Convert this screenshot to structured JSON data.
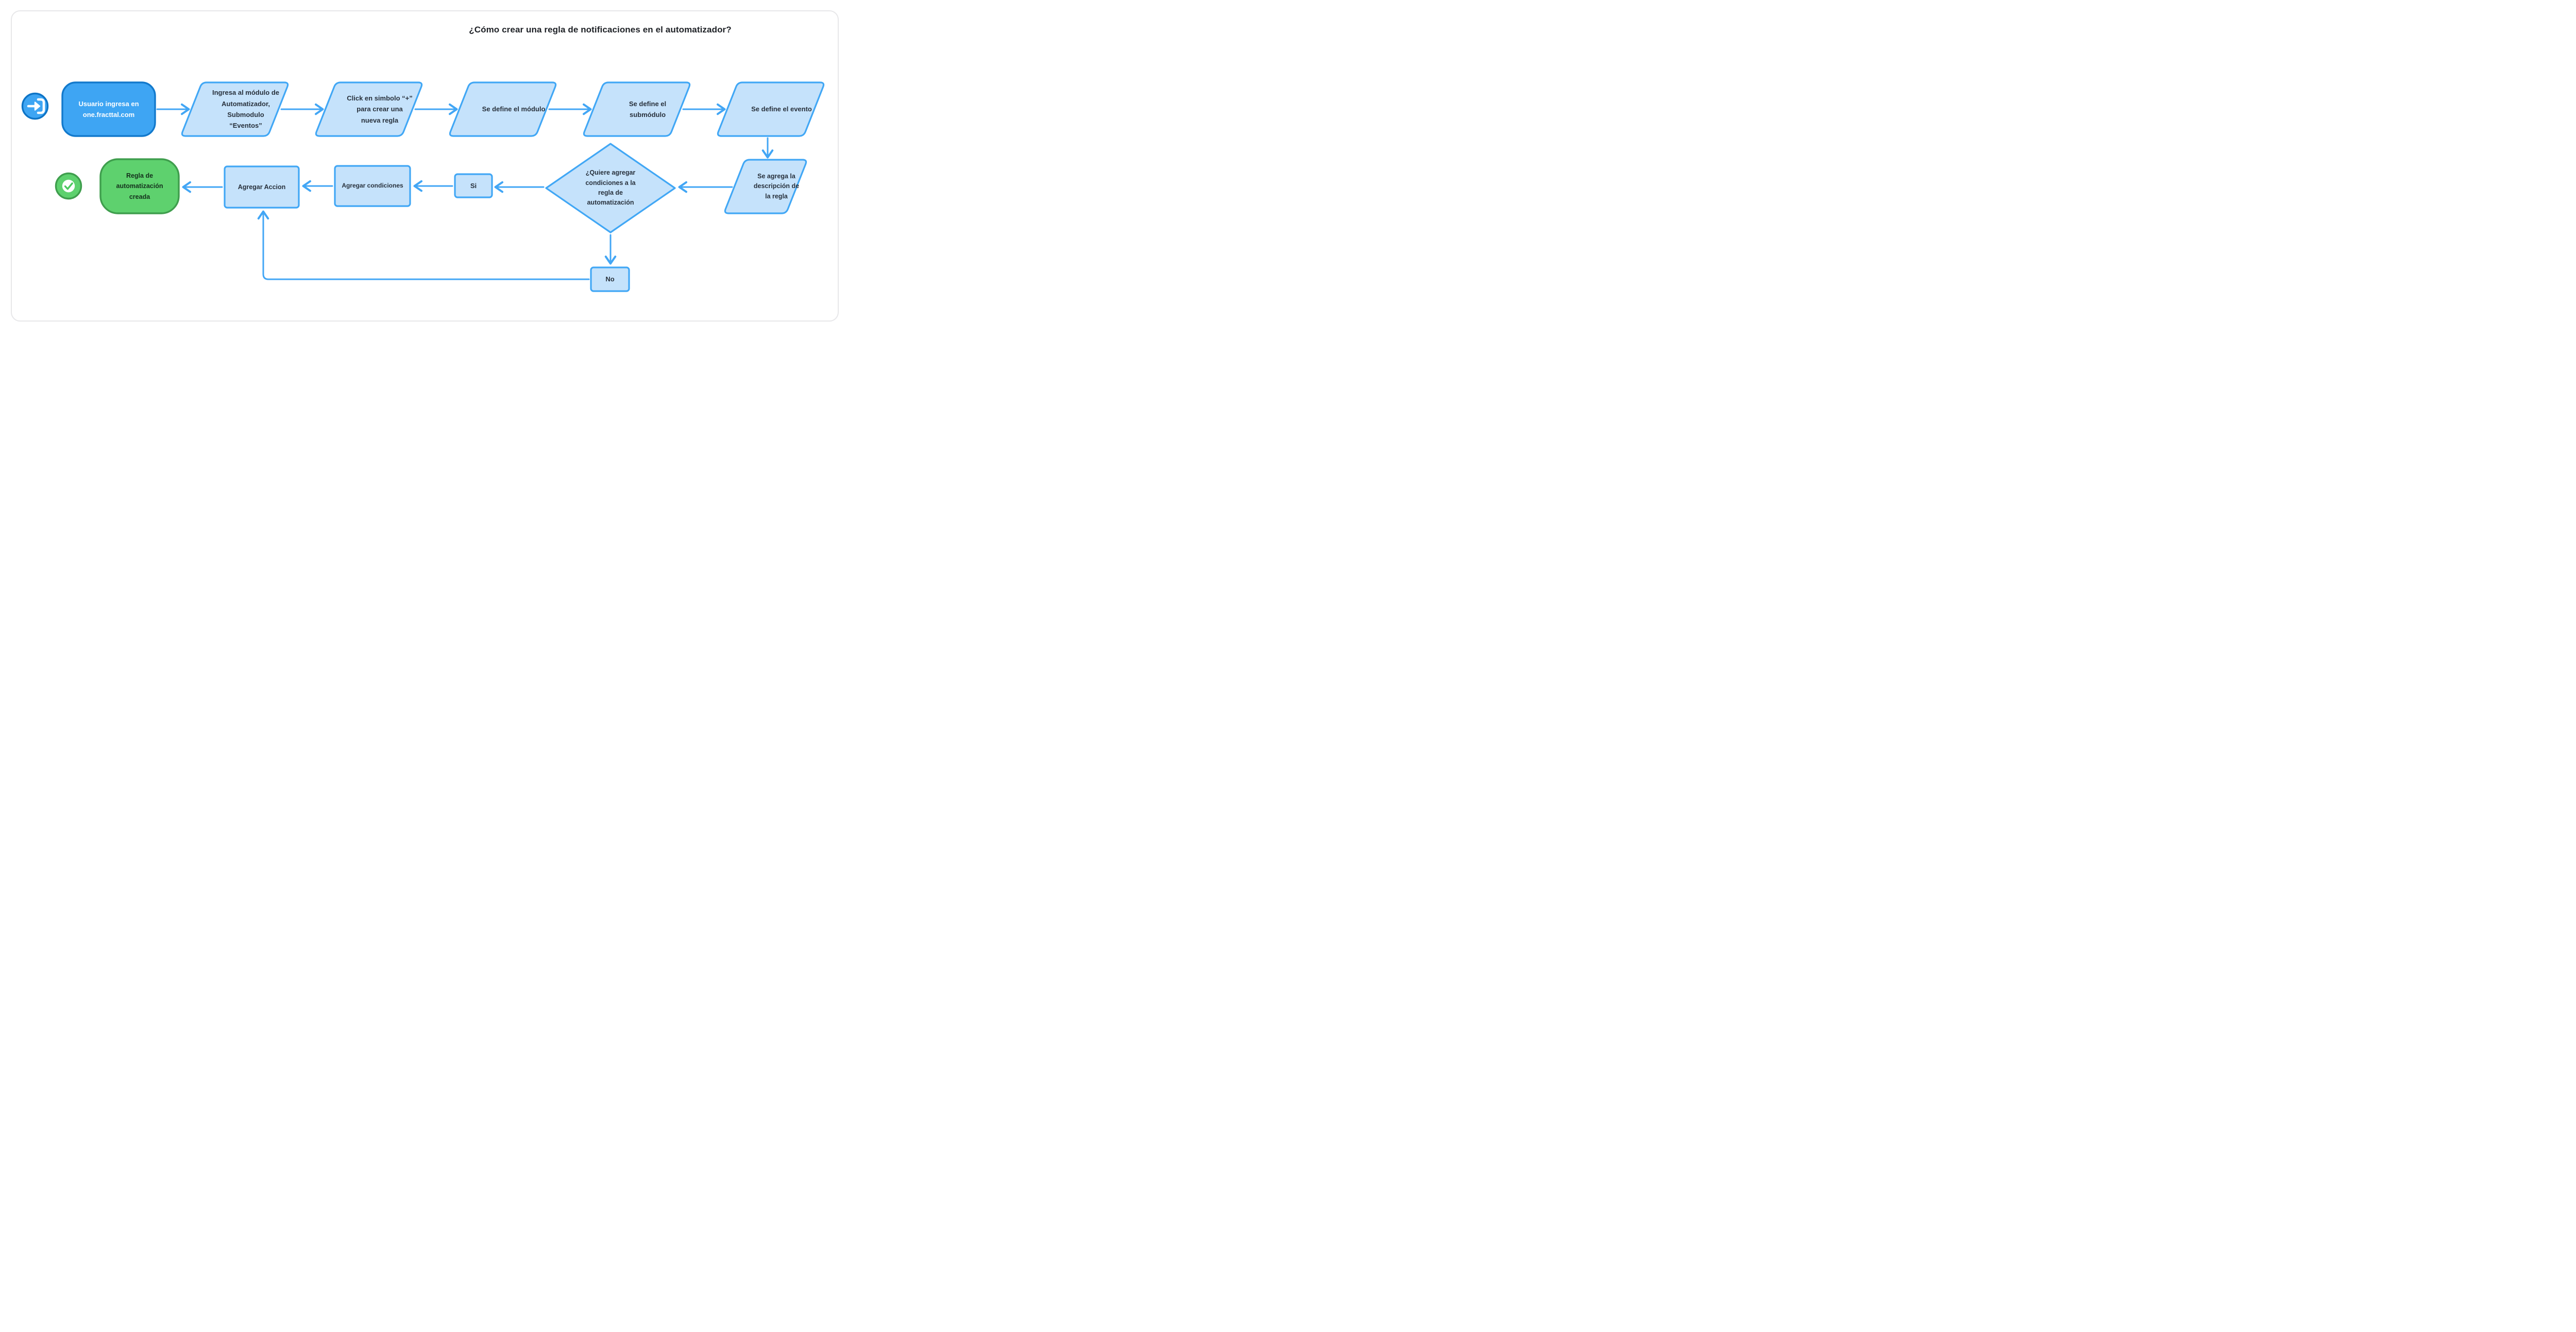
{
  "title": "¿Cómo crear una regla de notificaciones en el automatizador?",
  "colors": {
    "arrow_blue": "#42A6F5",
    "node_border_blue": "#41A7F5",
    "node_fill_light_blue": "#C5E2FB",
    "start_fill_blue": "#3EA5F3",
    "start_border_blue": "#1279CC",
    "success_fill_green": "#5ED16E",
    "success_border_green": "#3F9E4D",
    "text_dark": "#28313C"
  },
  "flow": {
    "start_icon": "login-icon",
    "end_icon": "check-icon",
    "start": {
      "label": "Usuario ingresa en\none.fracttal.com"
    },
    "step_module_entry": {
      "label": "Ingresa al módulo de\nAutomatizador,\nSubmodulo\n“Eventos”"
    },
    "step_click_plus": {
      "label": "Click en simbolo “+”\npara  crear una\nnueva regla"
    },
    "step_define_module": {
      "label": "Se define el módulo"
    },
    "step_define_submodule": {
      "label": "Se define el\nsubmódulo"
    },
    "step_define_event": {
      "label": "Se define el evento"
    },
    "step_add_description": {
      "label": "Se agrega la\ndescripción de\nla regla"
    },
    "decision": {
      "label": "¿Quiere agregar\ncondiciones a la\nregla de\nautomatización"
    },
    "branch_yes": {
      "label": "Si"
    },
    "branch_no": {
      "label": "No"
    },
    "step_add_conditions": {
      "label": "Agregar condiciones"
    },
    "step_add_action": {
      "label": "Agregar Accion"
    },
    "end": {
      "label": "Regla de\nautomatización\ncreada"
    }
  }
}
